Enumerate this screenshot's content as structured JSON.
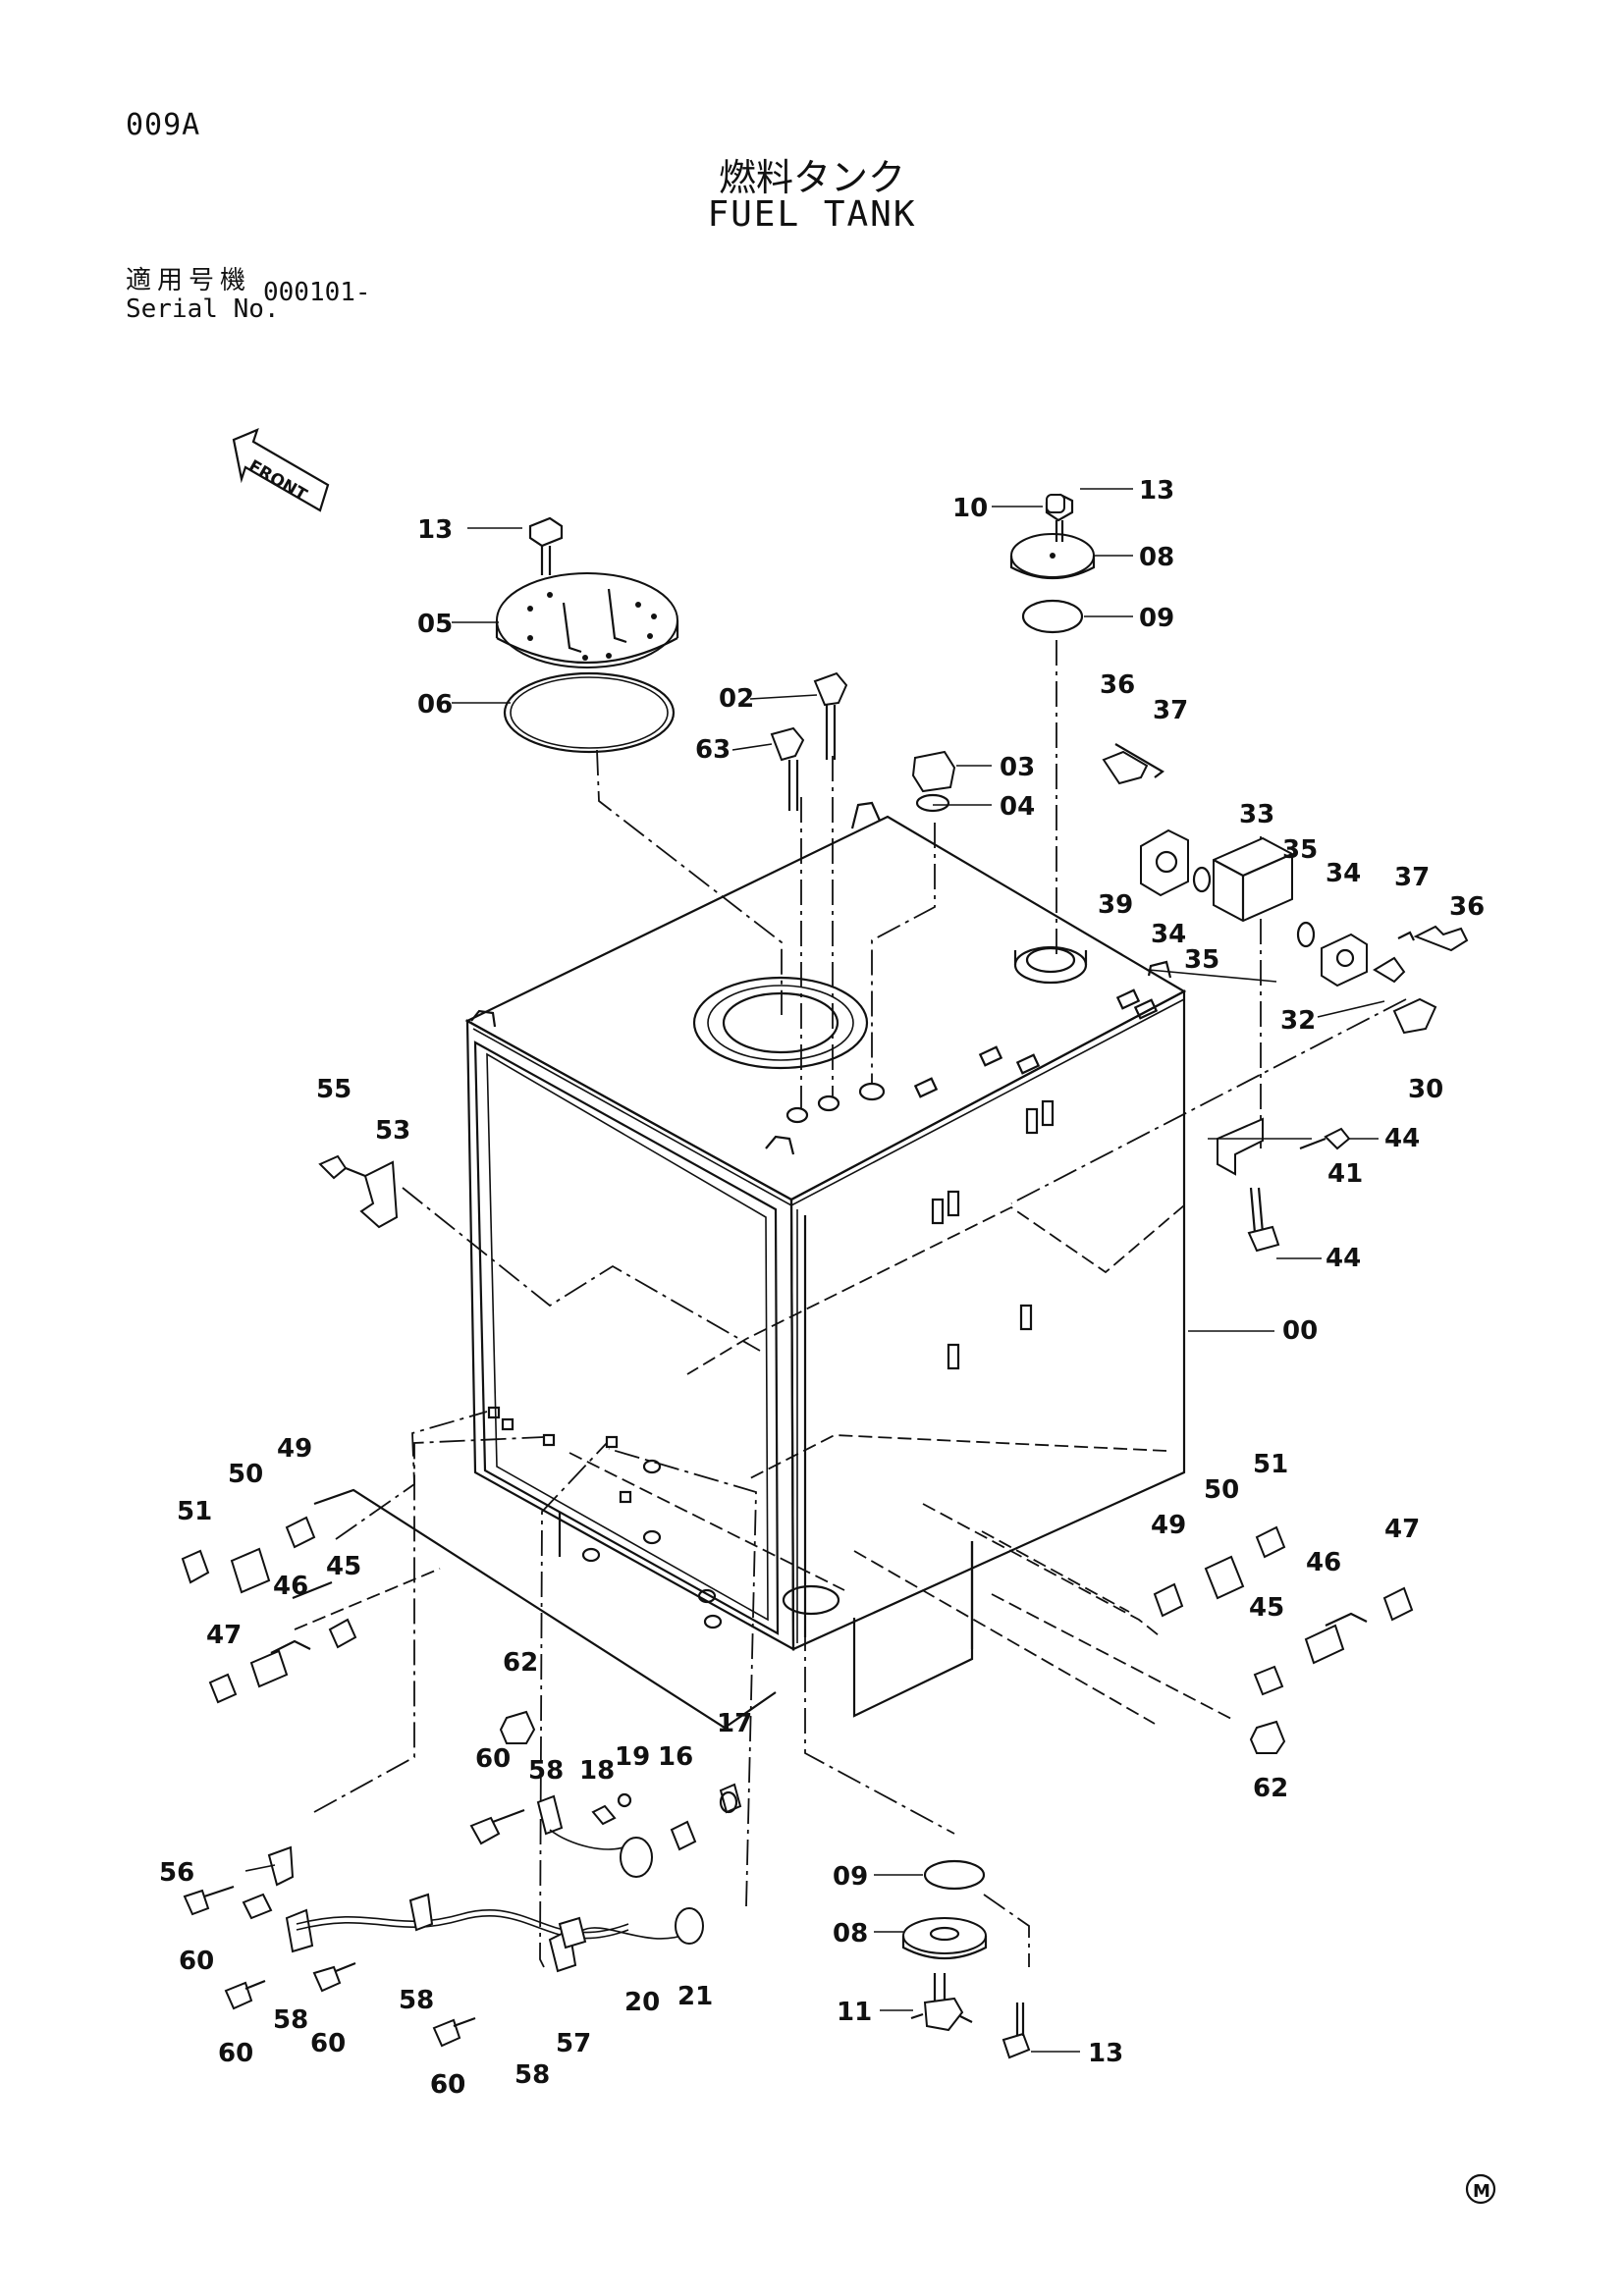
{
  "header": {
    "page_code": "009A",
    "title_jp": "燃料タンク",
    "title_en": "FUEL TANK",
    "serial_label_jp": "適用号機",
    "serial_label_en": "Serial No.",
    "serial_value": "000101-"
  },
  "diagram": {
    "front_label": "FRONT",
    "corner_mark": "M",
    "callouts": [
      "13",
      "05",
      "06",
      "10",
      "13",
      "08",
      "09",
      "02",
      "63",
      "03",
      "04",
      "36",
      "37",
      "33",
      "35",
      "34",
      "37",
      "36",
      "39",
      "34",
      "35",
      "32",
      "30",
      "55",
      "53",
      "44",
      "41",
      "44",
      "00",
      "49",
      "50",
      "51",
      "45",
      "46",
      "47",
      "51",
      "50",
      "49",
      "47",
      "46",
      "45",
      "62",
      "62",
      "17",
      "16",
      "19",
      "18",
      "58",
      "60",
      "56",
      "60",
      "58",
      "60",
      "20",
      "21",
      "58",
      "57",
      "60",
      "58",
      "09",
      "08",
      "11",
      "13"
    ]
  }
}
